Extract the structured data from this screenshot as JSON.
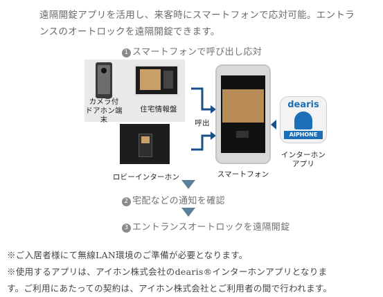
{
  "intro": {
    "line1": "遠隔開錠アプリを活用し、来客時にスマートフォンで応対可能。エントラ",
    "line2": "ンスのオートロックを遠隔開錠できます。"
  },
  "steps": [
    {
      "num": "1",
      "text": "スマートフォンで呼び出し応対"
    },
    {
      "num": "2",
      "text": "宅配などの通知を確認"
    },
    {
      "num": "3",
      "text": "エントランスオートロックを遠隔開錠"
    }
  ],
  "labels": {
    "doorphone_l1": "カメラ付",
    "doorphone_l2": "ドアホン端末",
    "monitor": "住宅情報盤",
    "lobby": "ロビーインターホン",
    "call": "呼出",
    "smartphone": "スマートフォン",
    "app_l1": "インターホン",
    "app_l2": "アプリ"
  },
  "app_icon": {
    "brand": "dearis",
    "maker": "AIPHONE"
  },
  "notes": {
    "line1": "※ご入居者様にて無線LAN環境のご準備が必要となります。",
    "line2": "※使用するアプリは、アイホン株式会社のdearis®インターホンアプリとなりま",
    "line3": "す。ご利用にあたっての契約は、アイホン株式会社とご利用者の間で行われます。"
  },
  "colors": {
    "arrow": "#1a4f86",
    "triangle": "#5b7f96",
    "app_blue": "#1b6fb8"
  }
}
